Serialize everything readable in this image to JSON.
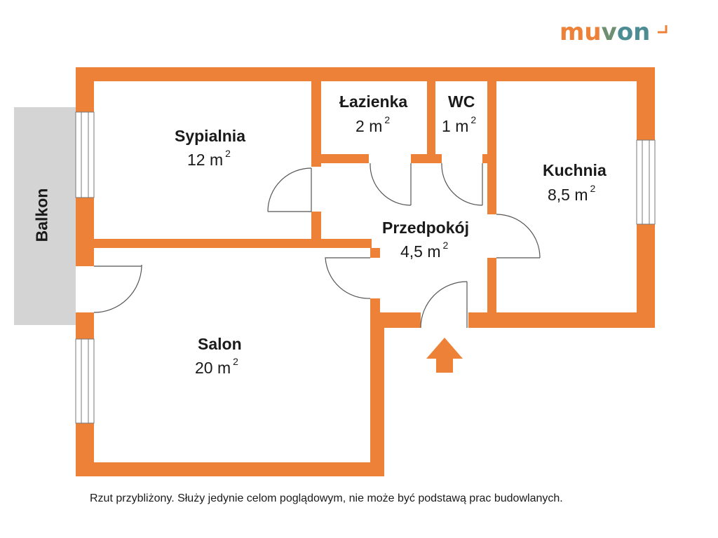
{
  "brand": {
    "parts": [
      {
        "text": "mu",
        "color": "#ED8137"
      },
      {
        "text": "v",
        "color": "#6F8F72"
      },
      {
        "text": "on",
        "color": "#4E8C94"
      }
    ],
    "mark_color": "#ED8137"
  },
  "colors": {
    "wall": "#ED8137",
    "balcony": "#D4D4D4",
    "door_line": "#555555",
    "text": "#1a1a1a",
    "entrance_arrow": "#ED8137"
  },
  "rooms": {
    "sypialnia": {
      "name": "Sypialnia",
      "area_value": "12",
      "area_unit": "m",
      "area_sup": "2"
    },
    "lazienka": {
      "name": "Łazienka",
      "area_value": "2",
      "area_unit": "m",
      "area_sup": "2"
    },
    "wc": {
      "name": "WC",
      "area_value": "1",
      "area_unit": "m",
      "area_sup": "2"
    },
    "kuchnia": {
      "name": "Kuchnia",
      "area_value": "8,5",
      "area_unit": "m",
      "area_sup": "2"
    },
    "przedpokoj": {
      "name": "Przedpokój",
      "area_value": "4,5",
      "area_unit": "m",
      "area_sup": "2"
    },
    "salon": {
      "name": "Salon",
      "area_value": "20",
      "area_unit": "m",
      "area_sup": "2"
    }
  },
  "balcony_label": "Balkon",
  "disclaimer": "Rzut przybliżony. Służy jedynie celom poglądowym, nie może być podstawą prac budowlanych."
}
